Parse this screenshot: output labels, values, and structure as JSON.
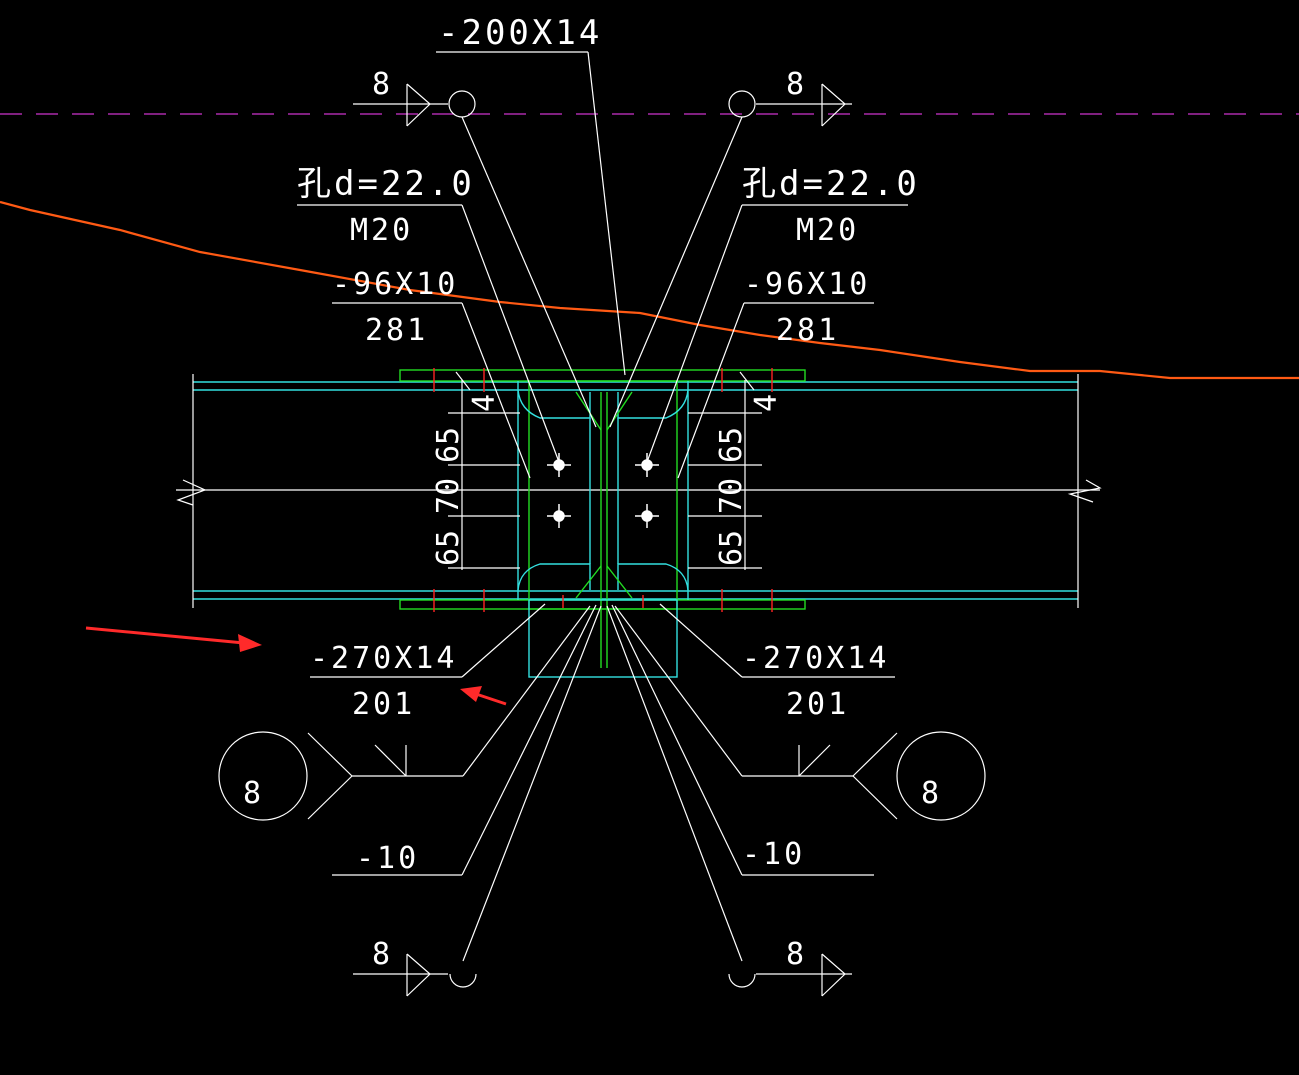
{
  "drawing": {
    "colors": {
      "background": "#000000",
      "line_white": "#ffffff",
      "plate_green": "#22dd22",
      "beam_cyan": "#33e0e0",
      "center_line_magenta": "#cc33cc",
      "polyline_orange": "#ff5a14",
      "annotation_red": "#ff2a2a",
      "bolt_mark_red": "#ff2222"
    },
    "labels": {
      "top_plate": "-200X14",
      "left_hole": "孔d=22.0",
      "right_hole": "孔d=22.0",
      "left_bolt": "M20",
      "right_bolt": "M20",
      "left_web_plate": "-96X10",
      "right_web_plate": "-96X10",
      "left_web_plate_num": "281",
      "right_web_plate_num": "281",
      "left_bottom_plate": "-270X14",
      "right_bottom_plate": "-270X14",
      "left_bottom_plate_num": "201",
      "right_bottom_plate_num": "201",
      "left_stiffener": "-10",
      "right_stiffener": "-10"
    },
    "weld_marks": {
      "top_left": "8",
      "top_right": "8",
      "bottom_left": "8",
      "bottom_right": "8",
      "circle_left": "8",
      "circle_right": "8"
    },
    "dimensions": {
      "left_stack": [
        "65",
        "70",
        "65"
      ],
      "right_stack": [
        "65",
        "70",
        "65"
      ],
      "left_small": "4",
      "right_small": "4"
    }
  }
}
